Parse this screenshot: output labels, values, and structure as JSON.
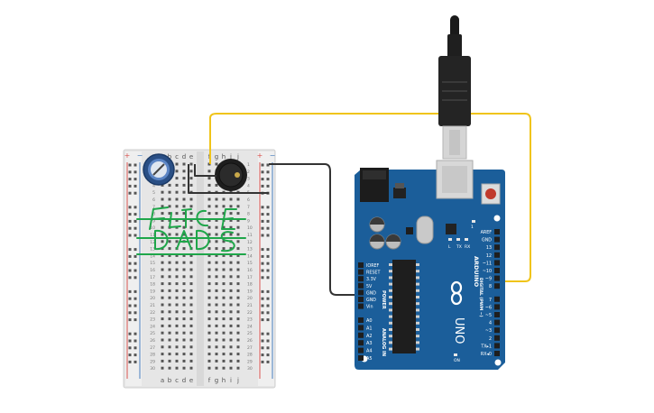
{
  "breadboard": {
    "cols_left": [
      "a",
      "b",
      "c",
      "d",
      "e"
    ],
    "cols_right": [
      "f",
      "g",
      "h",
      "i",
      "j"
    ],
    "row_count": 30,
    "rail_plus": "+",
    "rail_minus": "−"
  },
  "arduino": {
    "brand": "ARDUINO",
    "model": "UNO",
    "power_header_title": "POWER",
    "power_pins": [
      "IOREF",
      "RESET",
      "3.3V",
      "5V",
      "GND",
      "GND",
      "Vin"
    ],
    "analog_header_title": "ANALOG IN",
    "analog_pins": [
      "A0",
      "A1",
      "A2",
      "A3",
      "A4",
      "A5"
    ],
    "digital_header_title": "DIGITAL (PWM ~)",
    "digital_pins": [
      "AREF",
      "GND",
      "13",
      "12",
      "~11",
      "~10",
      "~9",
      "8",
      "7",
      "~6",
      "~5",
      "4",
      "~3",
      "2",
      "TX▸1",
      "RX◂0"
    ],
    "small_labels": [
      "L",
      "TX",
      "RX",
      "ON",
      "1"
    ]
  },
  "components": {
    "potentiometer": "potentiometer",
    "buzzer": "piezo-buzzer",
    "usb": "usb-cable"
  },
  "colors": {
    "board_blue": "#1b5e9a",
    "breadboard": "#e8e8e8",
    "wire_yellow": "#f0c419",
    "wire_black": "#333333",
    "annotation_green": "#1fa64a",
    "rail_red": "#d9534f",
    "rail_blue": "#4a7fbf"
  }
}
